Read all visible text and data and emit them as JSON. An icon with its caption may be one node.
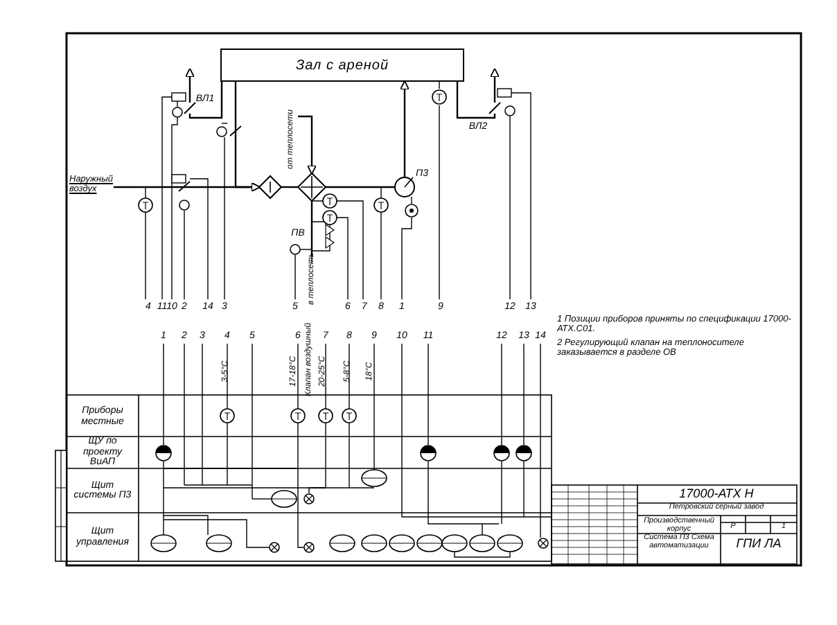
{
  "diagram": {
    "nodes": [
      {
        "text": [
          "Зал с ареной"
        ]
      },
      {
        "text": [
          "Наружный воздух"
        ]
      },
      {
        "text": [],
        "shape": "diamond"
      },
      {
        "text": [],
        "shape": "diamond"
      },
      {
        "text": [],
        "shape": "circle",
        "beside": [
          "П3"
        ]
      },
      {
        "text": [
          "от теплосети"
        ]
      },
      {
        "text": [
          "в теплосеть"
        ]
      },
      {
        "text": [],
        "shape": "damper"
      },
      {
        "text": [],
        "shape": "damper"
      }
    ],
    "edges": [
      {
        "from": 1,
        "to": 2,
        "arrow": "to"
      },
      {
        "from": 2,
        "to": 3,
        "arrow": "none"
      },
      {
        "from": 3,
        "to": 4,
        "arrow": "none"
      },
      {
        "from": 4,
        "to": 0,
        "arrow": "to"
      },
      {
        "from": 0,
        "to": 2,
        "arrow": "to"
      },
      {
        "from": 5,
        "to": 3,
        "arrow": "to"
      },
      {
        "from": 3,
        "to": 6,
        "arrow": "none"
      },
      {
        "from": 0,
        "to": 7,
        "arrow": "none"
      },
      {
        "from": 7,
        "to": null,
        "arrow": "to"
      },
      {
        "from": 0,
        "to": 8,
        "arrow": "none"
      },
      {
        "from": 8,
        "to": null,
        "arrow": "to"
      }
    ],
    "labels": [
      "ВЛ1",
      "ВЛ2",
      "ПВ",
      "4",
      "11",
      "10",
      "2",
      "14",
      "3",
      "5",
      "6",
      "7",
      "8",
      "1",
      "9",
      "12",
      "13",
      "3-5°C",
      "17-18°C",
      "Клапан воздушный",
      "20-25°C",
      "5-8°C",
      "18°C",
      "1",
      "2",
      "3",
      "4",
      "5",
      "6",
      "7",
      "8",
      "9",
      "10",
      "11",
      "12",
      "13",
      "14",
      "Приборы местные",
      "ЩУ по проекту ВиАП",
      "Щит системы П3",
      "Щит управления",
      "1 Позиции приборов приняты по спецификации 17000-АТХ.С01.",
      "2 Регулирующий клапан на теплоносителе заказывается в разделе ОВ",
      "17000-АТХ Н",
      "Петровский серный завод",
      "Производственный корпус",
      "Р",
      "1",
      "Система П3 Схема автоматизации",
      "ГПИ ЛА"
    ]
  }
}
